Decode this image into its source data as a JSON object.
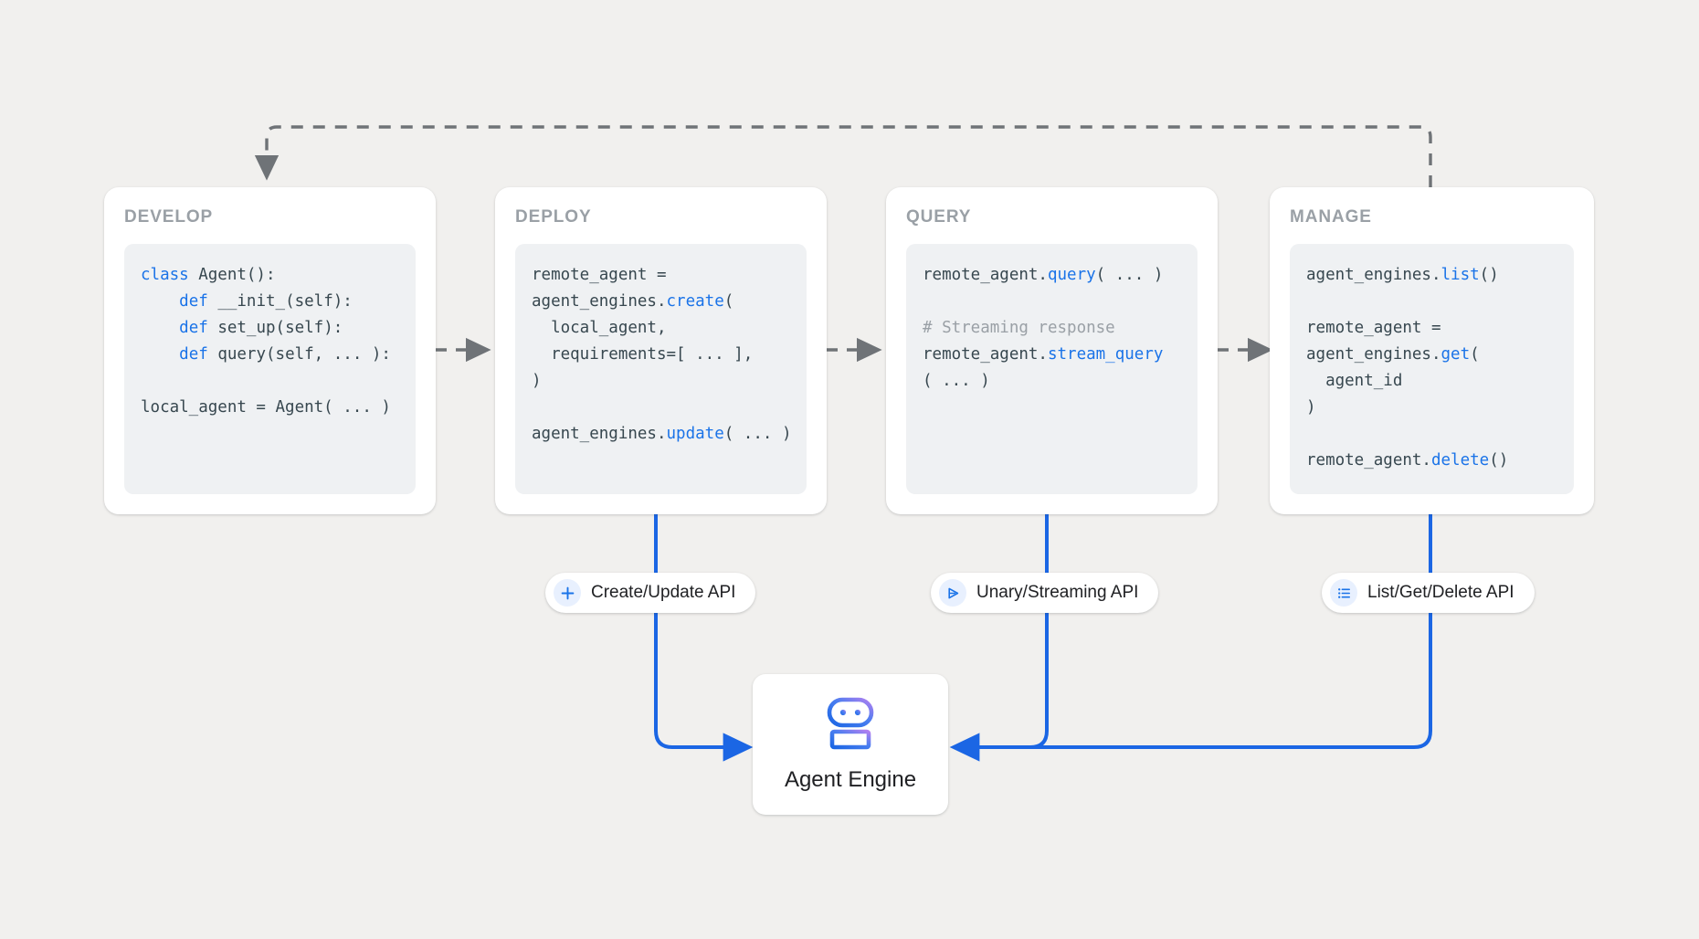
{
  "canvas": {
    "background": "#f1f0ee",
    "accent_blue": "#1a73e8",
    "wire_blue": "#1b66e4",
    "dashed_gray": "#6f7377",
    "code_bg": "#eff1f3",
    "title_gray": "#9aa0a6"
  },
  "stages": [
    {
      "title": "DEVELOP",
      "code_lines": [
        {
          "segments": [
            {
              "t": "class ",
              "c": "kw"
            },
            {
              "t": "Agent():",
              "c": ""
            }
          ]
        },
        {
          "segments": [
            {
              "t": "    ",
              "c": ""
            },
            {
              "t": "def ",
              "c": "kw"
            },
            {
              "t": "__init_(self):",
              "c": ""
            }
          ]
        },
        {
          "segments": [
            {
              "t": "    ",
              "c": ""
            },
            {
              "t": "def ",
              "c": "kw"
            },
            {
              "t": "set_up(self):",
              "c": ""
            }
          ]
        },
        {
          "segments": [
            {
              "t": "    ",
              "c": ""
            },
            {
              "t": "def ",
              "c": "kw"
            },
            {
              "t": "query(self, ... ):",
              "c": ""
            }
          ]
        },
        {
          "segments": [
            {
              "t": "",
              "c": ""
            }
          ]
        },
        {
          "segments": [
            {
              "t": "local_agent = Agent( ... )",
              "c": ""
            }
          ]
        }
      ]
    },
    {
      "title": "DEPLOY",
      "code_lines": [
        {
          "segments": [
            {
              "t": "remote_agent =",
              "c": ""
            }
          ]
        },
        {
          "segments": [
            {
              "t": "agent_engines.",
              "c": ""
            },
            {
              "t": "create",
              "c": "kw"
            },
            {
              "t": "(",
              "c": ""
            }
          ]
        },
        {
          "segments": [
            {
              "t": "  local_agent,",
              "c": ""
            }
          ]
        },
        {
          "segments": [
            {
              "t": "  requirements=[ ... ],",
              "c": ""
            }
          ]
        },
        {
          "segments": [
            {
              "t": ")",
              "c": ""
            }
          ]
        },
        {
          "segments": [
            {
              "t": "",
              "c": ""
            }
          ]
        },
        {
          "segments": [
            {
              "t": "agent_engines.",
              "c": ""
            },
            {
              "t": "update",
              "c": "kw"
            },
            {
              "t": "( ... )",
              "c": ""
            }
          ]
        }
      ]
    },
    {
      "title": "QUERY",
      "code_lines": [
        {
          "segments": [
            {
              "t": "remote_agent.",
              "c": ""
            },
            {
              "t": "query",
              "c": "kw"
            },
            {
              "t": "( ... )",
              "c": ""
            }
          ]
        },
        {
          "segments": [
            {
              "t": "",
              "c": ""
            }
          ]
        },
        {
          "segments": [
            {
              "t": "# Streaming response",
              "c": "comment"
            }
          ]
        },
        {
          "segments": [
            {
              "t": "remote_agent.",
              "c": ""
            },
            {
              "t": "stream_query",
              "c": "kw"
            }
          ]
        },
        {
          "segments": [
            {
              "t": "( ... )",
              "c": ""
            }
          ]
        }
      ]
    },
    {
      "title": "MANAGE",
      "code_lines": [
        {
          "segments": [
            {
              "t": "agent_engines.",
              "c": ""
            },
            {
              "t": "list",
              "c": "kw"
            },
            {
              "t": "()",
              "c": ""
            }
          ]
        },
        {
          "segments": [
            {
              "t": "",
              "c": ""
            }
          ]
        },
        {
          "segments": [
            {
              "t": "remote_agent =",
              "c": ""
            }
          ]
        },
        {
          "segments": [
            {
              "t": "agent_engines.",
              "c": ""
            },
            {
              "t": "get",
              "c": "kw"
            },
            {
              "t": "(",
              "c": ""
            }
          ]
        },
        {
          "segments": [
            {
              "t": "  agent_id",
              "c": ""
            }
          ]
        },
        {
          "segments": [
            {
              "t": ")",
              "c": ""
            }
          ]
        },
        {
          "segments": [
            {
              "t": "",
              "c": ""
            }
          ]
        },
        {
          "segments": [
            {
              "t": "remote_agent.",
              "c": ""
            },
            {
              "t": "delete",
              "c": "kw"
            },
            {
              "t": "()",
              "c": ""
            }
          ]
        }
      ]
    }
  ],
  "api_pills": [
    {
      "label": "Create/Update API",
      "icon": "plus-icon"
    },
    {
      "label": "Unary/Streaming API",
      "icon": "send-triangle-icon"
    },
    {
      "label": "List/Get/Delete API",
      "icon": "list-icon"
    }
  ],
  "engine": {
    "label": "Agent Engine",
    "icon": "robot-icon",
    "gradient_from": "#1b66e4",
    "gradient_to": "#b07ff0"
  }
}
